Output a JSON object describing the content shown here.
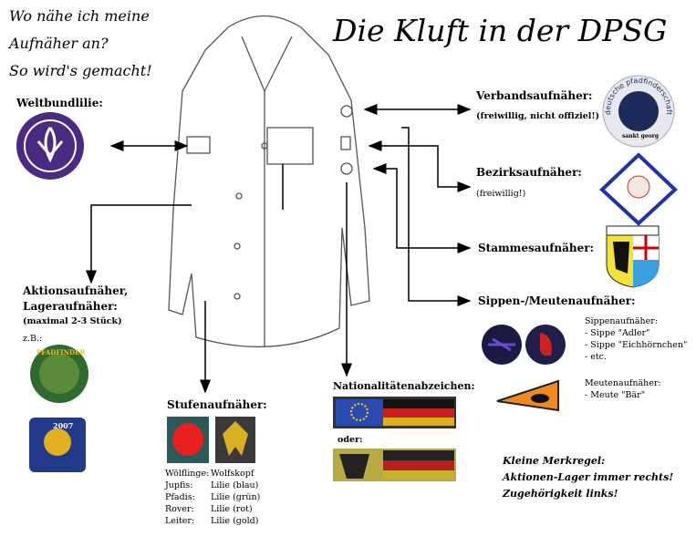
{
  "intro": [
    "Wo nähe ich meine",
    "Aufnäher an?",
    "So wird's gemacht!"
  ],
  "title": "Die Kluft in der DPSG",
  "weltbund": {
    "label": "Weltbundlilie:"
  },
  "verband": {
    "label": "Verbandsaufnäher:",
    "note": "(freiwillig, nicht offiziel!)",
    "badge_top": "deutsche pfadfinderschaft",
    "badge_bottom": "sankt georg"
  },
  "bezirk": {
    "label": "Bezirksaufnäher:",
    "note": "(freiwillig!)"
  },
  "stamm": {
    "label": "Stammesaufnäher:"
  },
  "sippen": {
    "label": "Sippen-/Meutenaufnäher:",
    "sippen_title": "Sippenaufnäher:",
    "sippen_items": [
      "- Sippe \"Adler\"",
      "- Sippe \"Eichhörnchen\"",
      "- etc."
    ],
    "meute_title": "Meutenaufnäher:",
    "meute_items": [
      "- Meute \"Bär\""
    ]
  },
  "aktion": {
    "label1": "Aktionsaufnäher,",
    "label2": "Lageraufnäher:",
    "note": "(maximal 2-3 Stück)",
    "example": "z.B.:",
    "badge1": "PFADFINDER",
    "badge2": "2007"
  },
  "stufen": {
    "label": "Stufenaufnäher:",
    "rows": [
      [
        "Wölflinge:",
        "Wolfskopf"
      ],
      [
        "Jupfis:",
        "Lilie (blau)"
      ],
      [
        "Pfadis:",
        "Lilie (grün)"
      ],
      [
        "Rover:",
        "Lilie (rot)"
      ],
      [
        "Leiter:",
        "Lilie (gold)"
      ]
    ]
  },
  "national": {
    "label": "Nationalitätenabzeichen:",
    "or": "oder:"
  },
  "merkregel": [
    "Kleine Merkregel:",
    "Aktionen-Lager immer rechts!",
    "Zugehörigkeit links!"
  ]
}
